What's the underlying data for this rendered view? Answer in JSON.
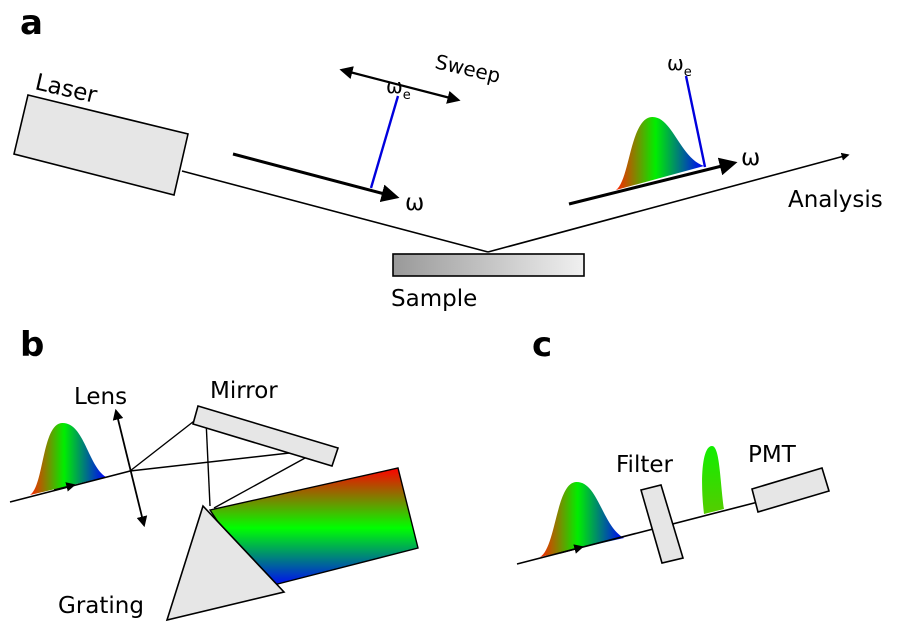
{
  "panels": {
    "a": {
      "letter": "a",
      "laser_label": "Laser",
      "sweep_label": "Sweep",
      "omega_e_label_left": "ω",
      "omega_e_sub_left": "e",
      "omega_label_left": "ω",
      "omega_e_label_right": "ω",
      "omega_e_sub_right": "e",
      "omega_label_right": "ω",
      "analysis_label": "Analysis",
      "sample_label": "Sample"
    },
    "b": {
      "letter": "b",
      "lens_label": "Lens",
      "mirror_label": "Mirror",
      "grating_label": "Grating"
    },
    "c": {
      "letter": "c",
      "filter_label": "Filter",
      "pmt_label": "PMT"
    }
  },
  "colors": {
    "line": "#000000",
    "component_fill": "#e6e6e6",
    "marker_blue": "#0000dd",
    "spectrum_red": "#ff0000",
    "spectrum_green": "#00ff00",
    "spectrum_blue": "#0000ff"
  }
}
